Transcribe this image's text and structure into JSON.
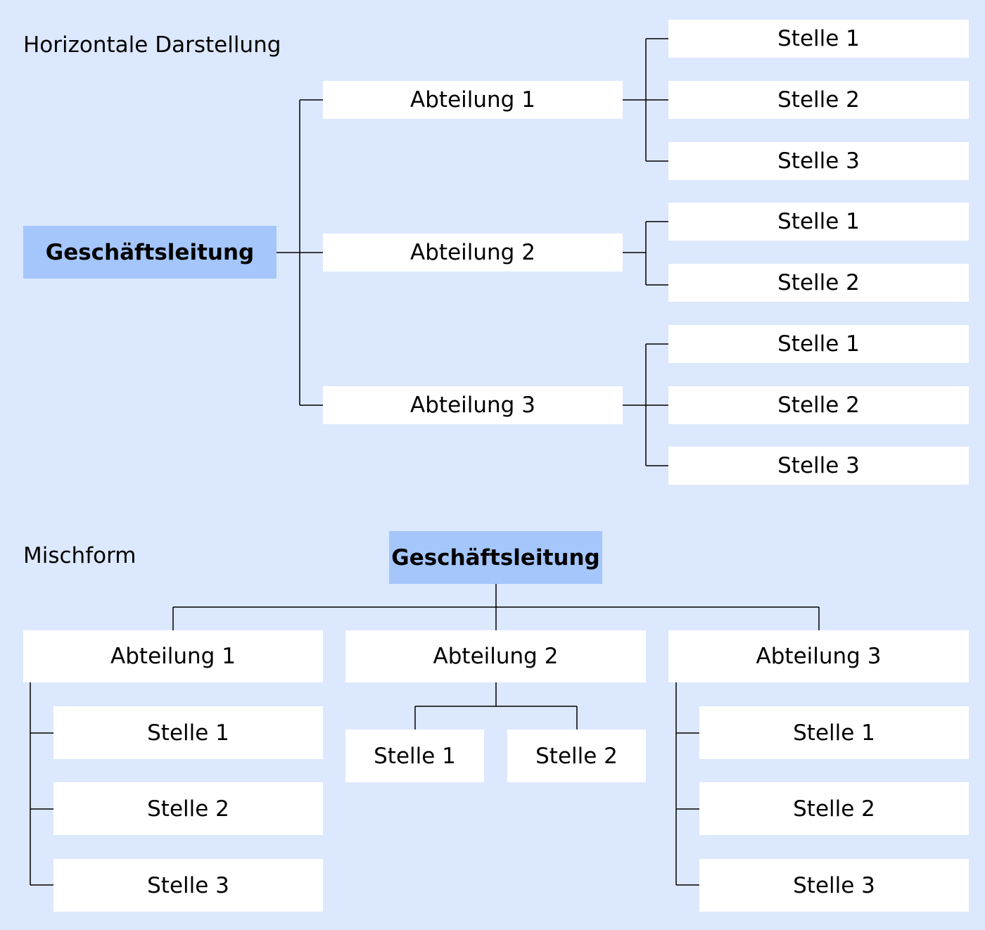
{
  "horizontal": {
    "heading": "Horizontale Darstellung",
    "management": "Geschäftsleitung",
    "departments": [
      {
        "label": "Abteilung 1",
        "positions": [
          "Stelle 1",
          "Stelle 2",
          "Stelle 3"
        ]
      },
      {
        "label": "Abteilung 2",
        "positions": [
          "Stelle 1",
          "Stelle 2"
        ]
      },
      {
        "label": "Abteilung 3",
        "positions": [
          "Stelle 1",
          "Stelle 2",
          "Stelle 3"
        ]
      }
    ]
  },
  "mixed": {
    "heading": "Mischform",
    "management": "Geschäftsleitung",
    "departments": [
      {
        "label": "Abteilung 1",
        "positions": [
          "Stelle 1",
          "Stelle 2",
          "Stelle 3"
        ]
      },
      {
        "label": "Abteilung 2",
        "positions": [
          "Stelle 1",
          "Stelle 2"
        ]
      },
      {
        "label": "Abteilung 3",
        "positions": [
          "Stelle 1",
          "Stelle 2",
          "Stelle 3"
        ]
      }
    ]
  },
  "colors": {
    "background": "#dce8fd",
    "management_fill": "#a4c6fb",
    "node_fill": "#ffffff",
    "connector": "#000000"
  }
}
